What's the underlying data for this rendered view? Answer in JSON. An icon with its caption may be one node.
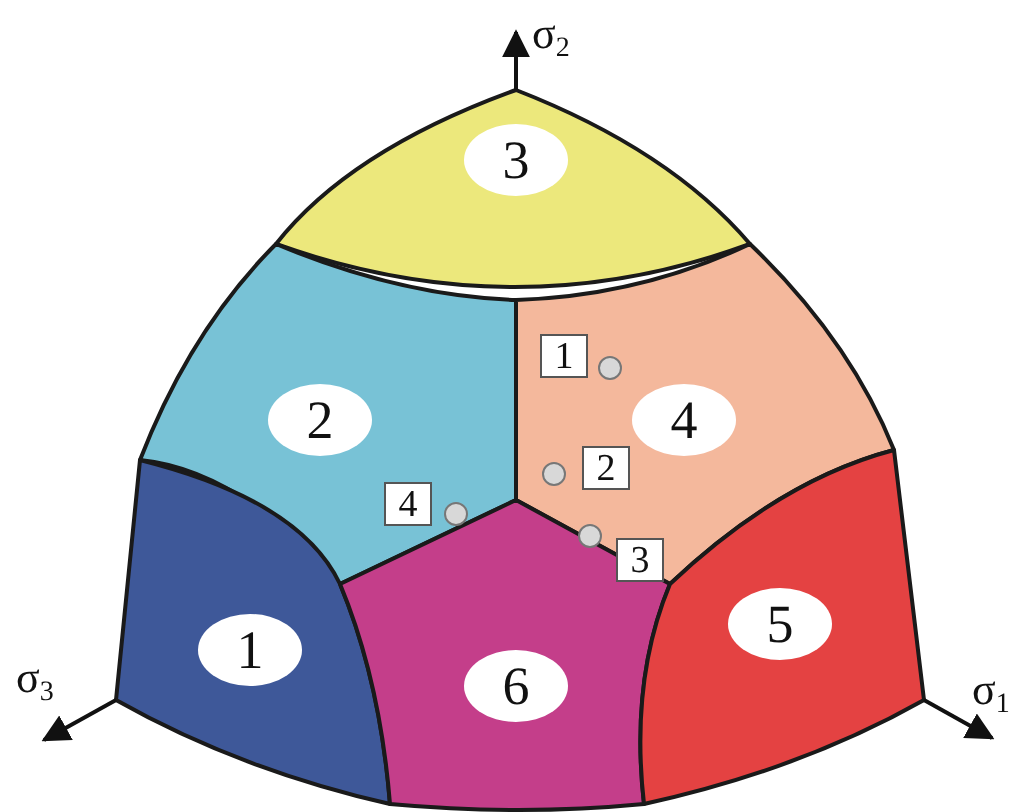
{
  "diagram": {
    "nodes": [
      {
        "text": [
          "3"
        ]
      },
      {
        "text": [
          "1"
        ]
      },
      {
        "text": [
          "2"
        ]
      },
      {
        "text": [
          "4"
        ]
      },
      {
        "text": [
          "2"
        ]
      },
      {
        "text": [
          "4"
        ]
      },
      {
        "text": [
          "3"
        ]
      },
      {
        "text": [
          "5"
        ]
      },
      {
        "text": [
          "1"
        ]
      },
      {
        "text": [
          "6"
        ]
      }
    ],
    "labels": [
      "σ$_{2}$",
      "σ$_{3}$",
      "σ$_{1}$"
    ]
  }
}
